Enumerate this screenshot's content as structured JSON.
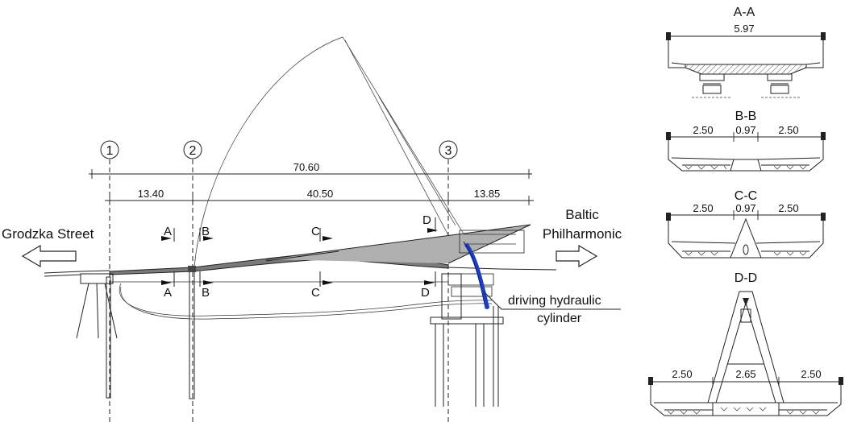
{
  "elevation": {
    "axes": [
      "1",
      "2",
      "3"
    ],
    "dims": {
      "total": "70.60",
      "span1": "13.40",
      "span2": "40.50",
      "span3": "13.85"
    },
    "section_marks": [
      "A",
      "B",
      "C",
      "D"
    ],
    "left_label": "Grodzka Street",
    "right_label_line1": "Baltic",
    "right_label_line2": "Philharmonic",
    "cylinder_label_line1": "driving hydraulic",
    "cylinder_label_line2": "cylinder"
  },
  "sections": [
    {
      "title": "A-A",
      "dims": [
        "5.97"
      ]
    },
    {
      "title": "B-B",
      "dims": [
        "2.50",
        "0.97",
        "2.50"
      ]
    },
    {
      "title": "C-C",
      "dims": [
        "2.50",
        "0.97",
        "2.50"
      ]
    },
    {
      "title": "D-D",
      "dims": [
        "2.50",
        "2.65",
        "2.50"
      ]
    }
  ],
  "colors": {
    "line": "#222222",
    "deck_fill": "#7a7a7a",
    "hatch": "#555555",
    "cylinder": "#1f3fbf"
  }
}
